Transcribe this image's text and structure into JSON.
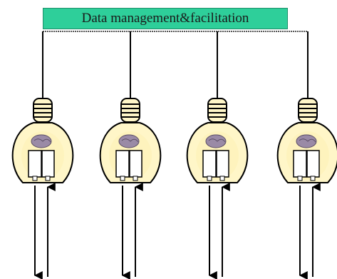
{
  "header": {
    "label": "Data management&facilitation"
  },
  "colors": {
    "header_fill": "#2ecf9a",
    "bulb_fill": "#fff6c8",
    "bulb_glow": "#fdf2b8",
    "outline": "#000000",
    "brain": "#9a8aa6"
  },
  "bulbs": [
    {
      "name": "bulb-1"
    },
    {
      "name": "bulb-2"
    },
    {
      "name": "bulb-3"
    },
    {
      "name": "bulb-4"
    }
  ]
}
